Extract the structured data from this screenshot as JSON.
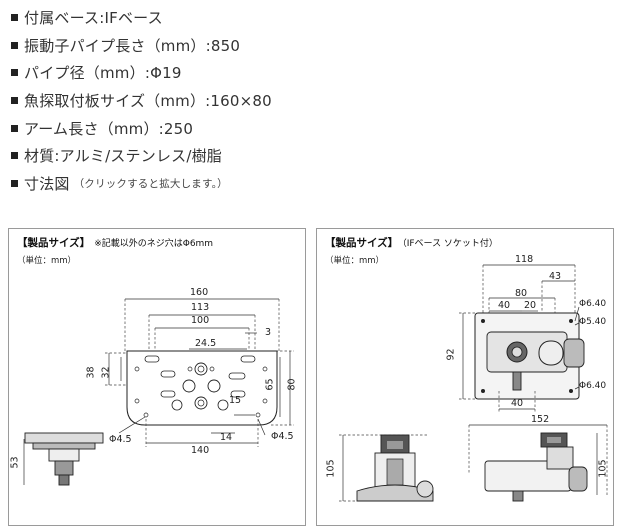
{
  "specs": [
    {
      "text": "付属ベース:IFベース"
    },
    {
      "text": "振動子パイプ長さ（mm）:850"
    },
    {
      "text": "パイプ径（mm）:Φ19"
    },
    {
      "text": "魚探取付板サイズ（mm）:160×80"
    },
    {
      "text": "アーム長さ（mm）:250"
    },
    {
      "text": "材質:アルミ/ステンレス/樹脂"
    },
    {
      "text": "寸法図",
      "note": "（クリックすると拡大します。）"
    }
  ],
  "left_panel": {
    "title": "【製品サイズ】",
    "note": "※記載以外のネジ穴はΦ6mm",
    "unit": "（単位：mm）",
    "dims": {
      "w160": "160",
      "w113": "113",
      "w100": "100",
      "d3": "3",
      "d24_5": "24.5",
      "d38": "38",
      "d32": "32",
      "d65": "65",
      "d80": "80",
      "d15": "15",
      "d14": "14",
      "d140": "140",
      "phi_left": "Φ4.5",
      "phi_right": "Φ4.5",
      "d53": "53"
    }
  },
  "right_panel": {
    "title": "【製品サイズ】",
    "note": "（IFベース ソケット付）",
    "unit": "（単位：mm）",
    "dims": {
      "w118": "118",
      "d43": "43",
      "d80": "80",
      "d40a": "40",
      "d20": "20",
      "phi640a": "Φ6.40",
      "phi540": "Φ5.40",
      "d92": "92",
      "phi640b": "Φ6.40",
      "d40b": "40",
      "w152": "152",
      "h105a": "105",
      "h105b": "105"
    }
  }
}
